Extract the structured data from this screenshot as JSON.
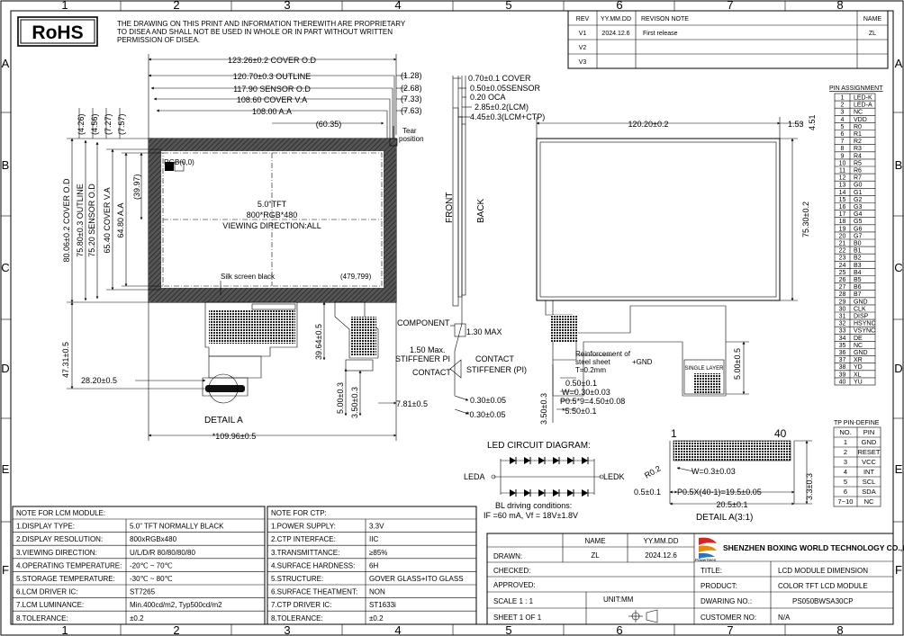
{
  "frame": {
    "col_labels": [
      "1",
      "2",
      "3",
      "4",
      "5",
      "6",
      "7",
      "8"
    ],
    "row_labels": [
      "A",
      "B",
      "C",
      "D",
      "E",
      "F"
    ]
  },
  "rohs": {
    "badge": "RoHS",
    "notice": [
      "THE DRAWING ON THIS PRINT AND INFORMATION THEREWITH ARE PROPRIETARY",
      "TO DISEA AND SHALL NOT BE USED IN WHOLE OR IN PART WITHOUT WRITTEN",
      "PERMISSION OF DISEA."
    ]
  },
  "revision": {
    "headers": [
      "REV",
      "YY.MM.DD",
      "REVISON NOTE",
      "NAME"
    ],
    "rows": [
      [
        "V1",
        "2024.12.6",
        "First release",
        "ZL"
      ],
      [
        "V2",
        "",
        "",
        ""
      ],
      [
        "V3",
        "",
        "",
        ""
      ]
    ]
  },
  "front_view": {
    "dims_top": [
      "123.26±0.2 COVER O.D",
      "120.70±0.3 OUTLINE",
      "117.90 SENSOR O.D",
      "108.60 COVER V.A",
      "108.00 A.A",
      "(60.35)"
    ],
    "dims_right": [
      "(1.28)",
      "(2.68)",
      "(7.33)",
      "(7.63)"
    ],
    "dims_left_top": [
      "(4.26)",
      "(4.56)",
      "(7.27)",
      "(7.57)",
      "(39.97)"
    ],
    "dims_left": [
      "80.06±0.2 COVER O.D",
      "75.80±0.3 OUTLINE",
      "75.20 SENSOR O.D",
      "65.40 COVER V.A",
      "64.80 A.A"
    ],
    "tear_label": [
      "Tear",
      "position"
    ],
    "rgb_origin": "RGB(0,0)",
    "center_text": [
      "5.0\"TFT",
      "800*RGB*480",
      "VIEWING DIRECTION:ALL"
    ],
    "silk": "Silk screen black",
    "end_pixel": "(479,799)",
    "dims_bottom": [
      "47.31±0.5",
      "28.20±0.5",
      "39.64±0.5",
      "5.00±0.3",
      "3.50±0.3",
      "7.81±0.5",
      "*109.96±0.5"
    ],
    "detail_label": "DETAIL A"
  },
  "side_view": {
    "dims": [
      "0.70±0.1 COVER",
      "0.50±0.05SENSOR",
      "0.20 OCA",
      "2.85±0.2(LCM)",
      "4.45±0.3(LCM+CTP)"
    ],
    "front": "FRONT",
    "back": "BACK",
    "component": "COMPONENT",
    "max_130": "1.30 MAX",
    "max_150": "1.50 Max.",
    "stiffener_left": "STIFFENER PI",
    "contact_left": "CONTACT",
    "contact_right": "CONTACT",
    "stiffener_right": "STIFFENER (PI)",
    "dim_030": "0.30±0.05",
    "dim_030b": "*0.30±0.05"
  },
  "back_view": {
    "width_dim": "120.20±0.2",
    "dim_153": "1.53",
    "dim_451": "4.51",
    "height_dim": "75.30±0.2",
    "fpc_dim": "5.00±0.5",
    "reinforce": [
      "Reinforcement of",
      "steel sheet",
      "T=0.2mm"
    ],
    "gnd": "+GND",
    "single_layer": "SINGLE LAYER",
    "fpc_dims": [
      "0.50±0.1",
      "W=0.30±0.03",
      "P0.5*9=4.50±0.08",
      "*5.50±0.1",
      "3.50±0.3"
    ]
  },
  "pin_assignment": {
    "title": "PIN ASSIGNMENT",
    "pins": [
      [
        "1",
        "LED-K"
      ],
      [
        "2",
        "LED-A"
      ],
      [
        "3",
        "NC"
      ],
      [
        "4",
        "VDD"
      ],
      [
        "5",
        "R0"
      ],
      [
        "6",
        "R1"
      ],
      [
        "7",
        "R2"
      ],
      [
        "8",
        "R3"
      ],
      [
        "9",
        "R4"
      ],
      [
        "10",
        "R5"
      ],
      [
        "11",
        "R6"
      ],
      [
        "12",
        "R7"
      ],
      [
        "13",
        "G0"
      ],
      [
        "14",
        "G1"
      ],
      [
        "15",
        "G2"
      ],
      [
        "16",
        "G3"
      ],
      [
        "17",
        "G4"
      ],
      [
        "18",
        "G5"
      ],
      [
        "19",
        "G6"
      ],
      [
        "20",
        "G7"
      ],
      [
        "21",
        "B0"
      ],
      [
        "22",
        "B1"
      ],
      [
        "23",
        "B2"
      ],
      [
        "24",
        "B3"
      ],
      [
        "25",
        "B4"
      ],
      [
        "26",
        "B5"
      ],
      [
        "27",
        "B6"
      ],
      [
        "28",
        "B7"
      ],
      [
        "29",
        "GND"
      ],
      [
        "30",
        "CLK"
      ],
      [
        "31",
        "DISP"
      ],
      [
        "32",
        "HSYNC"
      ],
      [
        "33",
        "VSYNC"
      ],
      [
        "34",
        "DE"
      ],
      [
        "35",
        "NC"
      ],
      [
        "36",
        "GND"
      ],
      [
        "37",
        "XR"
      ],
      [
        "38",
        "YD"
      ],
      [
        "39",
        "XL"
      ],
      [
        "40",
        "YU"
      ]
    ]
  },
  "tp_pins": {
    "title": "TP PIN-DEFINE",
    "headers": [
      "NO.",
      "PIN"
    ],
    "rows": [
      [
        "1",
        "GND"
      ],
      [
        "2",
        "RESET"
      ],
      [
        "3",
        "VCC"
      ],
      [
        "4",
        "INT"
      ],
      [
        "5",
        "SCL"
      ],
      [
        "6",
        "SDA"
      ],
      [
        "7~10",
        "NC"
      ]
    ]
  },
  "led": {
    "title": "LED CIRCUIT DIAGRAM:",
    "leda": "LEDA",
    "ledk": "LEDK",
    "bl_conditions": "BL driving conditions:",
    "bl_values": "IF =60 mA, Vf = 18V±1.8V"
  },
  "detail_a": {
    "pin1": "1",
    "pin40": "40",
    "r02": "R0.2",
    "w": "W=0.3±0.03",
    "dim_05": "0.5±0.1",
    "pitch": "P0.5X(40-1)=19.5±0.05",
    "dim_205": "20.5±0.1",
    "dim_33": "3.3±0.3",
    "label": "DETAIL A(3:1)"
  },
  "lcm_notes": {
    "title": "NOTE FOR LCM MODULE:",
    "rows": [
      [
        "1.DISPLAY TYPE:",
        "5.0\"  TFT NORMALLY BLACK"
      ],
      [
        "2.DISPLAY RESOLUTION:",
        "800xRGBx480"
      ],
      [
        "3.VIEWING DIRECTION:",
        "U/L/D/R 80/80/80/80"
      ],
      [
        "4.OPERATING TEMPERATURE:",
        "-20℃ ~ 70℃"
      ],
      [
        "5.STORAGE TEMPERATURE:",
        "-30℃ ~ 80℃"
      ],
      [
        "6.LCM DRIVER IC:",
        "ST7265"
      ],
      [
        "7.LCM LUMINANCE:",
        "Min.400cd/m2, Typ500cd/m2"
      ],
      [
        "8.TOLERANCE:",
        "±0.2"
      ]
    ]
  },
  "ctp_notes": {
    "title": "NOTE FOR CTP:",
    "rows": [
      [
        "1.POWER SUPPLY:",
        "3.3V"
      ],
      [
        "2.CTP INTERFACE:",
        "IIC"
      ],
      [
        "3.TRANSMITTANCE:",
        "≥85%"
      ],
      [
        "4.SURFACE HARDNESS:",
        "6H"
      ],
      [
        "5.STRUCTURE:",
        "GOVER GLASS+ITO GLASS"
      ],
      [
        "6.SURFACE THEATMENT:",
        "NON"
      ],
      [
        "7.CTP DRIVER IC:",
        "ST1633i"
      ],
      [
        "8.TOLERANCE:",
        "±0.2"
      ]
    ]
  },
  "title_block": {
    "hdr_name": "NAME",
    "hdr_date": "YY.MM.DD",
    "drawn_label": "DRAWN:",
    "drawn_name": "ZL",
    "drawn_date": "2024.12.6",
    "checked_label": "CHECKED:",
    "approved_label": "APPROVED:",
    "scale": "SCALE 1 : 1",
    "unit": "UNIT:MM",
    "sheet": "SHEET 1 OF 1",
    "company": "SHENZHEN BOXING WORLD TECHNOLOGY CO.,LTD",
    "logo_text": "PowerSeen",
    "title_label": "TITLE:",
    "title_value": "LCD MODULE DIMENSION",
    "product_label": "PRODUCT:",
    "product_value": "COLOR TFT LCD MODULE",
    "dwg_label": "DWARING NO.:",
    "dwg_value": "PS050BWSA30CP",
    "customer_label": "CUSTOMER NO:",
    "customer_value": "N/A"
  }
}
